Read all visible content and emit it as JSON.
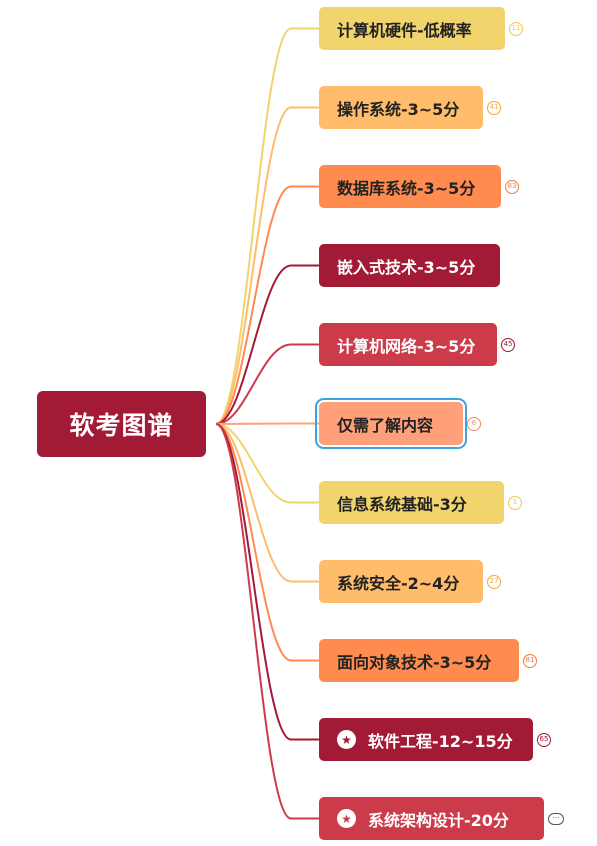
{
  "root": {
    "label": "软考图谱",
    "color": "#a31a36"
  },
  "branches": [
    {
      "label": "计算机硬件-低概率",
      "badge": "11",
      "bg": "#f2d46c",
      "fg": "#222222",
      "line": "#f2d46c",
      "badge_color": "#f0c84a"
    },
    {
      "label": "操作系统-3~5分",
      "badge": "41",
      "bg": "#ffbd6b",
      "fg": "#222222",
      "line": "#ffbd6b",
      "badge_color": "#f5a640"
    },
    {
      "label": "数据库系统-3~5分",
      "badge": "83",
      "bg": "#ff8b4f",
      "fg": "#222222",
      "line": "#ff8b4f",
      "badge_color": "#f27a3a"
    },
    {
      "label": "嵌入式技术-3~5分",
      "badge": "",
      "bg": "#a31a36",
      "fg": "#ffffff",
      "line": "#a31a36",
      "badge_color": "#a31a36"
    },
    {
      "label": "计算机网络-3~5分",
      "badge": "45",
      "bg": "#cc3b4a",
      "fg": "#ffffff",
      "line": "#cc3b4a",
      "badge_color": "#a31a36"
    },
    {
      "label": "仅需了解内容",
      "badge": "6",
      "bg": "#ffa07a",
      "fg": "#222222",
      "line": "#ffa07a",
      "badge_color": "#f08a66",
      "selected": true
    },
    {
      "label": "信息系统基础-3分",
      "badge": "1",
      "bg": "#f2d46c",
      "fg": "#222222",
      "line": "#f2d46c",
      "badge_color": "#f0c84a"
    },
    {
      "label": "系统安全-2~4分",
      "badge": "27",
      "bg": "#ffbd6b",
      "fg": "#222222",
      "line": "#ffbd6b",
      "badge_color": "#f5a640"
    },
    {
      "label": "面向对象技术-3~5分",
      "badge": "81",
      "bg": "#ff8b4f",
      "fg": "#222222",
      "line": "#ff8b4f",
      "badge_color": "#f27a3a"
    },
    {
      "label": "软件工程-12~15分",
      "badge": "65",
      "bg": "#a31a36",
      "fg": "#ffffff",
      "line": "#a31a36",
      "badge_color": "#a31a36",
      "icon": "star-icon"
    },
    {
      "label": "系统架构设计-20分",
      "badge": "···",
      "bg": "#cc3b4a",
      "fg": "#ffffff",
      "line": "#cc3b4a",
      "badge_color": "#555555",
      "icon": "star-icon",
      "badge_wide": true
    }
  ]
}
